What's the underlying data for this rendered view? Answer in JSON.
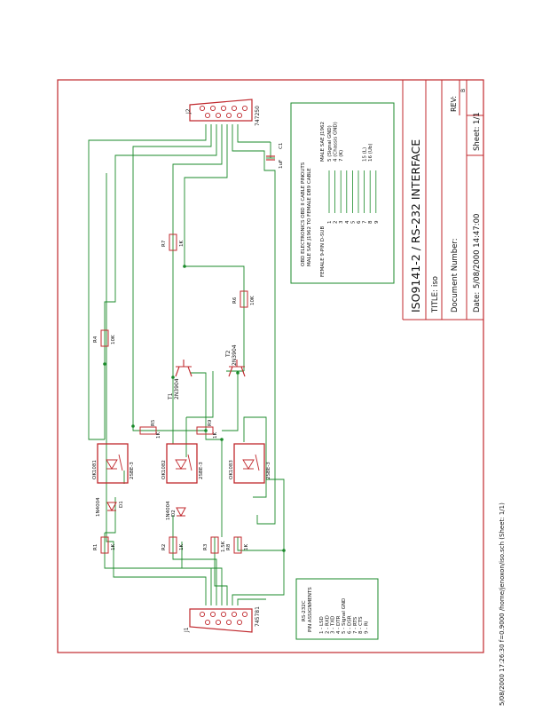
{
  "title_block": {
    "title": "ISO9141-2 / RS-232 INTERFACE",
    "rev_label": "REV:",
    "rev_value": "B",
    "title_label": "TITLE:",
    "title_value": "iso",
    "document_label": "Document Number:",
    "date_label": "Date:",
    "date_value": "5/08/2000 14:47:00",
    "sheet_label": "Sheet:",
    "sheet_value": "1/1"
  },
  "footer_text": "5/08/2000 17:26:30  f=0.9000  /home/jenoxon/iso.sch (Sheet: 1/1)",
  "connectors": {
    "j2": {
      "ref": "J2",
      "part": "747250"
    },
    "j1": {
      "ref": "J1",
      "part": "745781"
    }
  },
  "transistors": {
    "t1": {
      "ref": "T1",
      "part": "2N3904"
    },
    "t2": {
      "ref": "T2",
      "part": "2N3904"
    }
  },
  "capacitor": {
    "ref": "C1",
    "value": "1uF"
  },
  "optos": {
    "ok1": {
      "ref": "OK1081",
      "part": "2SBE-3"
    },
    "ok2": {
      "ref": "OK1082",
      "part": "2SBE-3"
    },
    "ok3": {
      "ref": "OK1083",
      "part": "2SBE-3"
    }
  },
  "diodes": {
    "d1": {
      "ref": "D1",
      "part": "1N4004"
    },
    "d2": {
      "ref": "D2",
      "part": "1N4004"
    }
  },
  "resistors": {
    "r1": {
      "ref": "R1",
      "value": "1K"
    },
    "r2": {
      "ref": "R2",
      "value": "1K"
    },
    "r3": {
      "ref": "R3",
      "value": "1.5K"
    },
    "r4": {
      "ref": "R4",
      "value": "10K"
    },
    "r5": {
      "ref": "R5",
      "value": "1K"
    },
    "r6": {
      "ref": "R6",
      "value": "10K"
    },
    "r7": {
      "ref": "R7",
      "value": "1K"
    },
    "r8": {
      "ref": "R8",
      "value": "1K"
    },
    "r9": {
      "ref": "R9",
      "value": "1K"
    }
  },
  "obd_note": {
    "heading1": "OBD ELECTRONICS OBD II CABLE PINOUTS",
    "heading2": "MALE SAE J1962 TO FEMALE DB9 CABLE",
    "col_left": "FEMALE 9-PIN D-SUB",
    "col_right": "MALE SAE J1962",
    "left_pins": [
      "1",
      "2",
      "3",
      "4",
      "5",
      "6",
      "7",
      "8",
      "9"
    ],
    "right_pins": [
      "5 (Signal GND)",
      "4 (Chassis GND)",
      "7 (K)",
      "",
      "",
      "",
      "15 (L)",
      "16 (Ub)",
      ""
    ]
  },
  "rs232_note": {
    "heading1": "RS-232C",
    "heading2": "PIN ASSIGNMENTS",
    "items": [
      "1 - LSD",
      "2 - RXD",
      "3 - TXD",
      "4 - DTR",
      "5 - Signal GND",
      "6 - DSR",
      "7 - RTS",
      "8 - CTS",
      "9 - RI"
    ]
  }
}
